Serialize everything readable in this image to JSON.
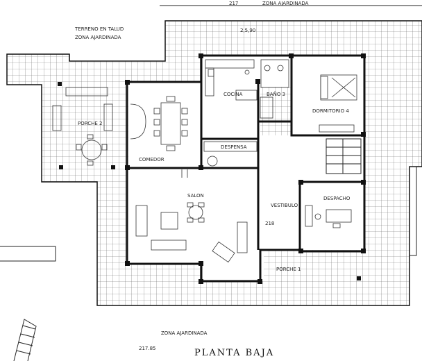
{
  "title": "PLANTA BAJA",
  "levels": {
    "top": "217",
    "terrace": "2,5,90",
    "vestibulo": "218",
    "bottom": "217.85"
  },
  "zones": {
    "top_right": "ZONA AJARDINADA",
    "top_left_1": "TERRENO EN TALUD",
    "top_left_2": "ZONA AJARDINADA",
    "bottom": "ZONA AJARDINADA"
  },
  "rooms": {
    "porche2": "PORCHE 2",
    "cocina": "COCINA",
    "bano3": "BAÑO 3",
    "dormitorio4": "DORMITORIO 4",
    "comedor": "COMEDOR",
    "despensa": "DESPENSA",
    "salon": "SALON",
    "vestibulo": "VESTIBULO",
    "despacho": "DESPACHO",
    "porche1": "PORCHE 1"
  }
}
